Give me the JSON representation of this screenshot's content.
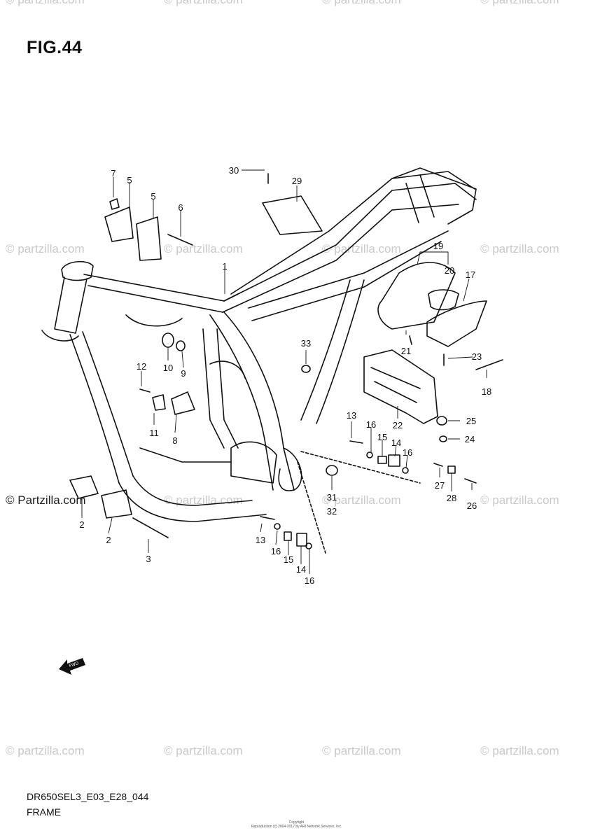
{
  "figure": {
    "title": "FIG.44",
    "model_code": "DR650SEL3_E03_E28_044",
    "name": "FRAME",
    "copyright_line1": "Copyright",
    "copyright_line2": "Reproduction (c) 2004-2017 by ARI Network Services, Inc."
  },
  "watermark": {
    "text": "© Partzilla.com",
    "text_lower": "© partzilla.com"
  },
  "fwd_label": "FWD",
  "callouts": [
    {
      "id": "c1",
      "label": "1"
    },
    {
      "id": "c2a",
      "label": "2"
    },
    {
      "id": "c2b",
      "label": "2"
    },
    {
      "id": "c3",
      "label": "3"
    },
    {
      "id": "c5a",
      "label": "5"
    },
    {
      "id": "c5b",
      "label": "5"
    },
    {
      "id": "c6",
      "label": "6"
    },
    {
      "id": "c7",
      "label": "7"
    },
    {
      "id": "c8",
      "label": "8"
    },
    {
      "id": "c9",
      "label": "9"
    },
    {
      "id": "c10",
      "label": "10"
    },
    {
      "id": "c11",
      "label": "11"
    },
    {
      "id": "c12",
      "label": "12"
    },
    {
      "id": "c13a",
      "label": "13"
    },
    {
      "id": "c13b",
      "label": "13"
    },
    {
      "id": "c14a",
      "label": "14"
    },
    {
      "id": "c14b",
      "label": "14"
    },
    {
      "id": "c15a",
      "label": "15"
    },
    {
      "id": "c15b",
      "label": "15"
    },
    {
      "id": "c16a",
      "label": "16"
    },
    {
      "id": "c16b",
      "label": "16"
    },
    {
      "id": "c16c",
      "label": "16"
    },
    {
      "id": "c16d",
      "label": "16"
    },
    {
      "id": "c17",
      "label": "17"
    },
    {
      "id": "c18",
      "label": "18"
    },
    {
      "id": "c19",
      "label": "19"
    },
    {
      "id": "c20",
      "label": "20"
    },
    {
      "id": "c21",
      "label": "21"
    },
    {
      "id": "c22",
      "label": "22"
    },
    {
      "id": "c23",
      "label": "23"
    },
    {
      "id": "c24",
      "label": "24"
    },
    {
      "id": "c25",
      "label": "25"
    },
    {
      "id": "c26",
      "label": "26"
    },
    {
      "id": "c27",
      "label": "27"
    },
    {
      "id": "c28",
      "label": "28"
    },
    {
      "id": "c29",
      "label": "29"
    },
    {
      "id": "c30",
      "label": "30"
    },
    {
      "id": "c31",
      "label": "31"
    },
    {
      "id": "c32",
      "label": "32"
    },
    {
      "id": "c33",
      "label": "33"
    }
  ]
}
